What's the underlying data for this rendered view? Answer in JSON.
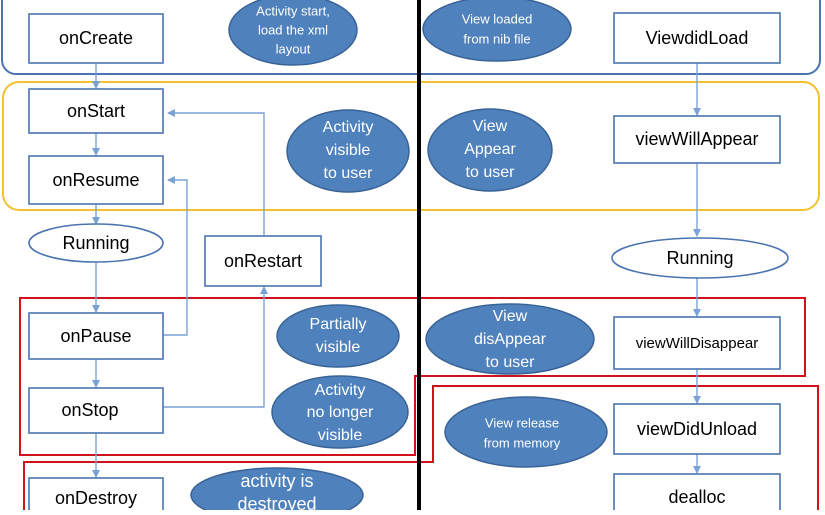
{
  "android": {
    "onCreate": "onCreate",
    "onStart": "onStart",
    "onResume": "onResume",
    "running": "Running",
    "onRestart": "onRestart",
    "onPause": "onPause",
    "onStop": "onStop",
    "onDestroy": "onDestroy",
    "note_start": [
      "Activity start,",
      "load the xml",
      "layout"
    ],
    "note_visible": [
      "Activity",
      "visible",
      "to user"
    ],
    "note_partial": [
      "Partially",
      "visible"
    ],
    "note_not_visible": [
      "Activity",
      "no longer",
      "visible"
    ],
    "note_destroyed": [
      "activity is",
      "destroyed"
    ]
  },
  "ios": {
    "viewDidLoad": "ViewdidLoad",
    "viewWillAppear": "viewWillAppear",
    "running": "Running",
    "viewWillDisappear": "viewWillDisappear",
    "viewDidUnload": "viewDidUnload",
    "dealloc": "dealloc",
    "note_loaded": [
      "View loaded",
      "from nib file"
    ],
    "note_appear": [
      "View",
      "Appear",
      "to user"
    ],
    "note_disappear": [
      "View",
      "disAppear",
      "to user"
    ],
    "note_release": [
      "View release",
      "from memory"
    ]
  },
  "colors": {
    "create_group": "#4a74b0",
    "visible_group": "#f2c12e",
    "pause_group": "#d0121b",
    "divider": "#000000",
    "oval_fill": "#4f81bd"
  }
}
